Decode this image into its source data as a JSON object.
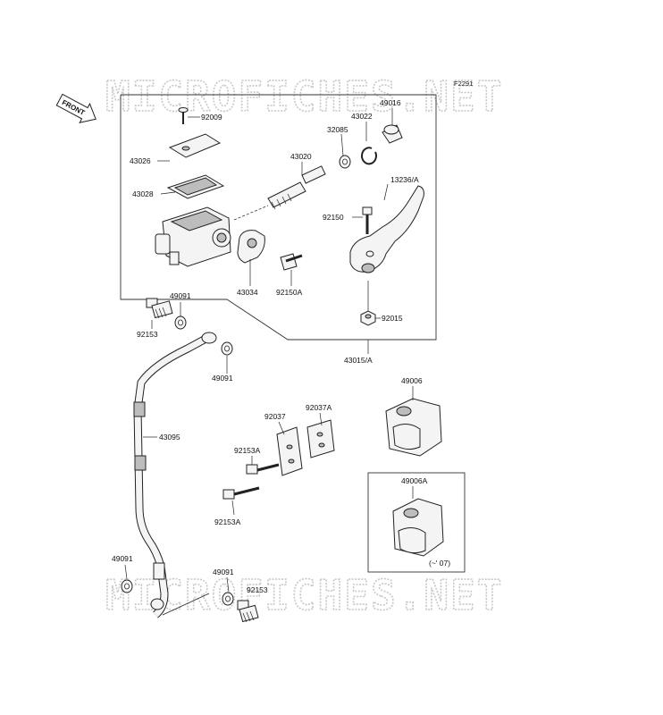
{
  "diagram_code": "F2291",
  "watermarks": [
    "MICROFICHES.NET",
    "MICROFICHES.NET"
  ],
  "front_label": "FRONT",
  "parts": {
    "p92009": "92009",
    "p49016": "49016",
    "p43022": "43022",
    "p32085": "32085",
    "p43026": "43026",
    "p43020": "43020",
    "p43028": "43028",
    "p13236A": "13236/A",
    "p92150": "92150",
    "p43034": "43034",
    "p92150A": "92150A",
    "p92015": "92015",
    "p43015A": "43015/A",
    "p49091a": "49091",
    "p92153a": "92153",
    "p49091b": "49091",
    "p49006": "49006",
    "p92037": "92037",
    "p92037A": "92037A",
    "p43095": "43095",
    "p92153Aa": "92153A",
    "p92153Ab": "92153A",
    "p49006A": "49006A",
    "p49091c": "49091",
    "p49091d": "49091",
    "p92153b": "92153"
  },
  "inset_note": "(~' 07)"
}
